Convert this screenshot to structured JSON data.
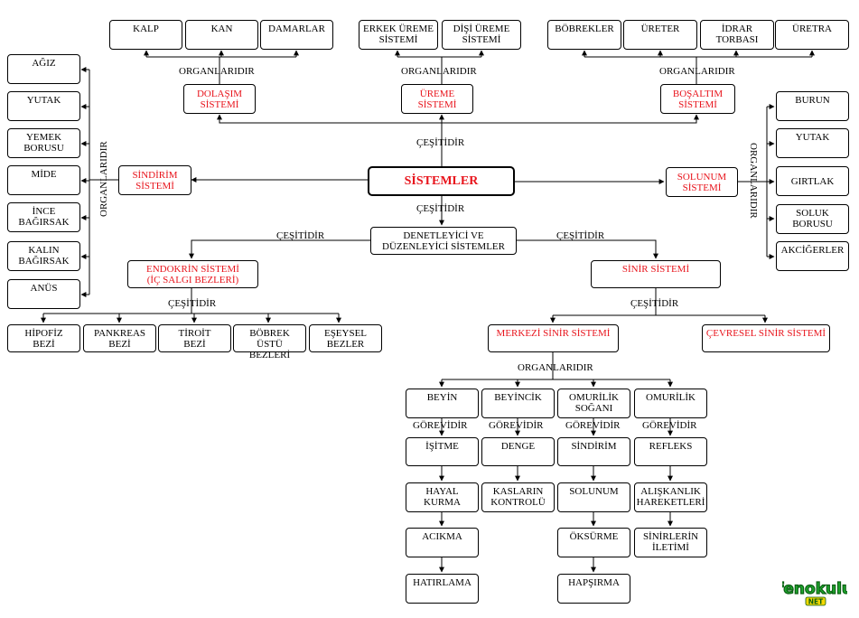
{
  "center": "SİSTEMLER",
  "systems": {
    "dolasim": {
      "name": "DOLAŞIM\nSİSTEMİ",
      "relation": "ORGANLARIDIR",
      "organs": [
        "KALP",
        "KAN",
        "DAMARLAR"
      ]
    },
    "ureme": {
      "name": "ÜREME\nSİSTEMİ",
      "relation": "ORGANLARIDIR",
      "organs": [
        "ERKEK ÜREME\nSİSTEMİ",
        "DİŞİ ÜREME\nSİSTEMİ"
      ]
    },
    "bosaltim": {
      "name": "BOŞALTIM\nSİSTEMİ",
      "relation": "ORGANLARIDIR",
      "organs": [
        "BÖBREKLER",
        "ÜRETER",
        "İDRAR\nTORBASI",
        "ÜRETRA"
      ]
    },
    "sindirim": {
      "name": "SİNDİRİM\nSİSTEMİ",
      "relation": "ORGANLARIDIR",
      "organs": [
        "AĞIZ",
        "YUTAK",
        "YEMEK\nBORUSU",
        "MİDE",
        "İNCE\nBAĞIRSAK",
        "KALIN\nBAĞIRSAK",
        "ANÜS"
      ]
    },
    "solunum": {
      "name": "SOLUNUM\nSİSTEMİ",
      "relation": "ORGANLARIDIR",
      "organs": [
        "BURUN",
        "YUTAK",
        "GIRTLAK",
        "SOLUK\nBORUSU",
        "AKCİĞERLER"
      ]
    },
    "denetleyici": {
      "name": "DENETLEYİCİ VE\nDÜZENLEYİCİ SİSTEMLER"
    },
    "endokrin": {
      "name": "ENDOKRİN SİSTEMİ\n(İÇ SALGI BEZLERİ)",
      "relation": "ÇEŞİTİDİR",
      "parts": [
        "HİPOFİZ\nBEZİ",
        "PANKREAS\nBEZİ",
        "TİROİT\nBEZİ",
        "BÖBREK ÜSTÜ\nBEZLERİ",
        "EŞEYSEL\nBEZLER"
      ]
    },
    "sinir": {
      "name": "SİNİR SİSTEMİ",
      "relation": "ÇEŞİTİDİR"
    },
    "merkezi": {
      "name": "MERKEZİ SİNİR SİSTEMİ",
      "relation": "ORGANLARIDIR"
    },
    "cevresel": {
      "name": "ÇEVRESEL SİNİR SİSTEMİ"
    }
  },
  "labels": {
    "cesitidir": "ÇEŞİTİDİR",
    "organlaridir": "ORGANLARIDIR",
    "gorevidir": "GÖREVİDİR"
  },
  "organs_cns": [
    {
      "name": "BEYİN",
      "duties": [
        "İŞİTME",
        "HAYAL\nKURMA",
        "ACIKMA",
        "HATIRLAMA"
      ]
    },
    {
      "name": "BEYİNCİK",
      "duties": [
        "DENGE",
        "KASLARIN\nKONTROLÜ"
      ]
    },
    {
      "name": "OMURİLİK\nSOĞANI",
      "duties": [
        "SİNDİRİM",
        "SOLUNUM",
        "ÖKSÜRME",
        "HAPŞIRMA"
      ]
    },
    {
      "name": "OMURİLİK",
      "duties": [
        "REFLEKS",
        "ALIŞKANLIK\nHAREKETLERİ",
        "SİNİRLERİN\nİLETİMİ"
      ]
    }
  ],
  "logo": {
    "text": "fenokulu",
    "subtext": "NET",
    "colors": {
      "main": "#1faa2e",
      "outline": "#0b5e13",
      "badge": "#f5d800"
    }
  },
  "colors": {
    "system_text": "#e8141c",
    "line": "#000000"
  }
}
